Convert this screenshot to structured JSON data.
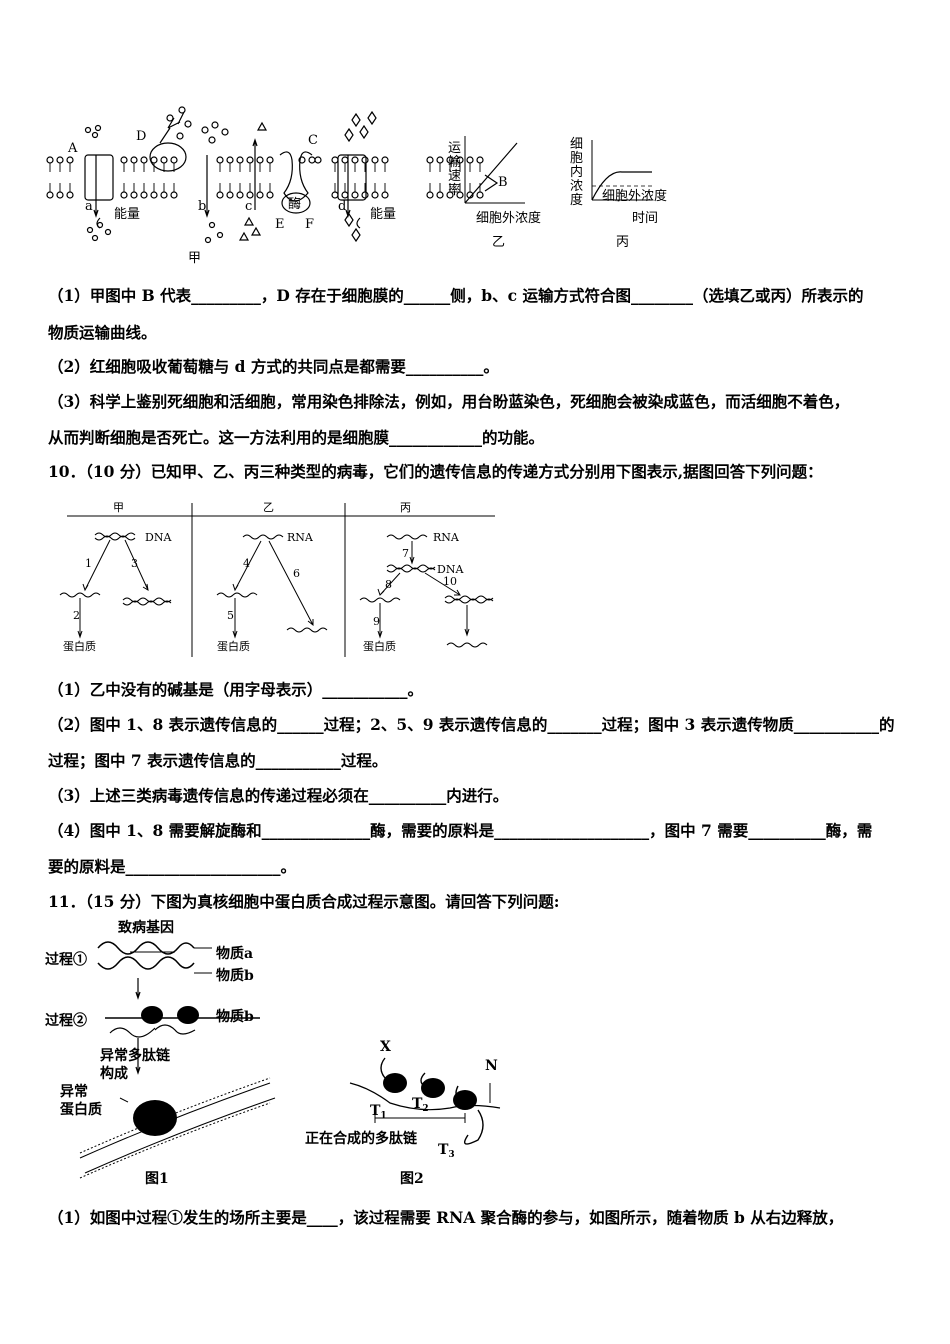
{
  "fig9": {
    "labels": {
      "A": "A",
      "B": "B",
      "C": "C",
      "D": "D",
      "E": "E",
      "F": "F",
      "a": "a",
      "b": "b",
      "c": "c",
      "d": "d",
      "enzyme": "酶",
      "energy1": "能量",
      "energy2": "能量"
    },
    "caption_jia": "甲",
    "graph_yi": {
      "ylabel": [
        "运",
        "输",
        "速",
        "率"
      ],
      "xlabel": "细胞外浓度",
      "caption": "乙"
    },
    "graph_bing": {
      "ylabel": [
        "细",
        "胞",
        "内",
        "浓",
        "度"
      ],
      "curve_label": "细胞外浓度",
      "xlabel": "时间",
      "caption": "丙"
    }
  },
  "q9_lines": [
    "（1）甲图中 B 代表_________，D 存在于细胞膜的______侧，b、c 运输方式符合图________（选填乙或丙）所表示的",
    "物质运输曲线。",
    "（2）红细胞吸收葡萄糖与 d 方式的共同点是都需要__________。",
    "（3）科学上鉴别死细胞和活细胞，常用染色排除法，例如，用台盼蓝染色，死细胞会被染成蓝色，而活细胞不着色，",
    "从而判断细胞是否死亡。这一方法利用的是细胞膜____________的功能。"
  ],
  "q10_title": "10．（10 分）已知甲、乙、丙三种类型的病毒，它们的遗传信息的传递方式分别用下图表示,据图回答下列问题：",
  "fig10": {
    "headers": [
      "甲",
      "乙",
      "丙"
    ],
    "labels": {
      "dna1": "DNA",
      "rna2": "RNA",
      "rna3": "RNA",
      "dna3": "DNA",
      "p1": "蛋白质",
      "p2": "蛋白质",
      "p3": "蛋白质"
    },
    "numbers": [
      "1",
      "2",
      "3",
      "4",
      "5",
      "6",
      "7",
      "8",
      "9",
      "10"
    ]
  },
  "q10_lines": [
    "（1）乙中没有的碱基是（用字母表示）___________。",
    "（2）图中 1、8 表示遗传信息的______过程；2、5、9 表示遗传信息的_______过程；图中 3 表示遗传物质___________的",
    "过程；图中 7 表示遗传信息的___________过程。",
    "（3）上述三类病毒遗传信息的传递过程必须在__________内进行。",
    "（4）图中 1、8 需要解旋酶和______________酶，需要的原料是____________________，图中 7 需要__________酶，需",
    "要的原料是____________________。"
  ],
  "q11_title": "11．（15 分）下图为真核细胞中蛋白质合成过程示意图。请回答下列问题:",
  "fig11": {
    "gene": "致病基因",
    "process1": "过程①",
    "process2": "过程②",
    "mat_a": "物质a",
    "mat_b1": "物质b",
    "mat_b2": "物质b",
    "abnormal_chain": [
      "异常多肽链",
      "构成"
    ],
    "abnormal_protein": [
      "异常",
      "蛋白质"
    ],
    "caption1": "图1",
    "X": "X",
    "N": "N",
    "T1": "T",
    "T2": "T",
    "T3": "T",
    "t1sub": "1",
    "t2sub": "2",
    "t3sub": "3",
    "growing_chain": "正在合成的多肽链",
    "caption2": "图2"
  },
  "q11_lines": [
    "（1）如图中过程①发生的场所主要是____，该过程需要 RNA 聚合酶的参与，如图所示，随着物质 b 从右边释放，"
  ]
}
